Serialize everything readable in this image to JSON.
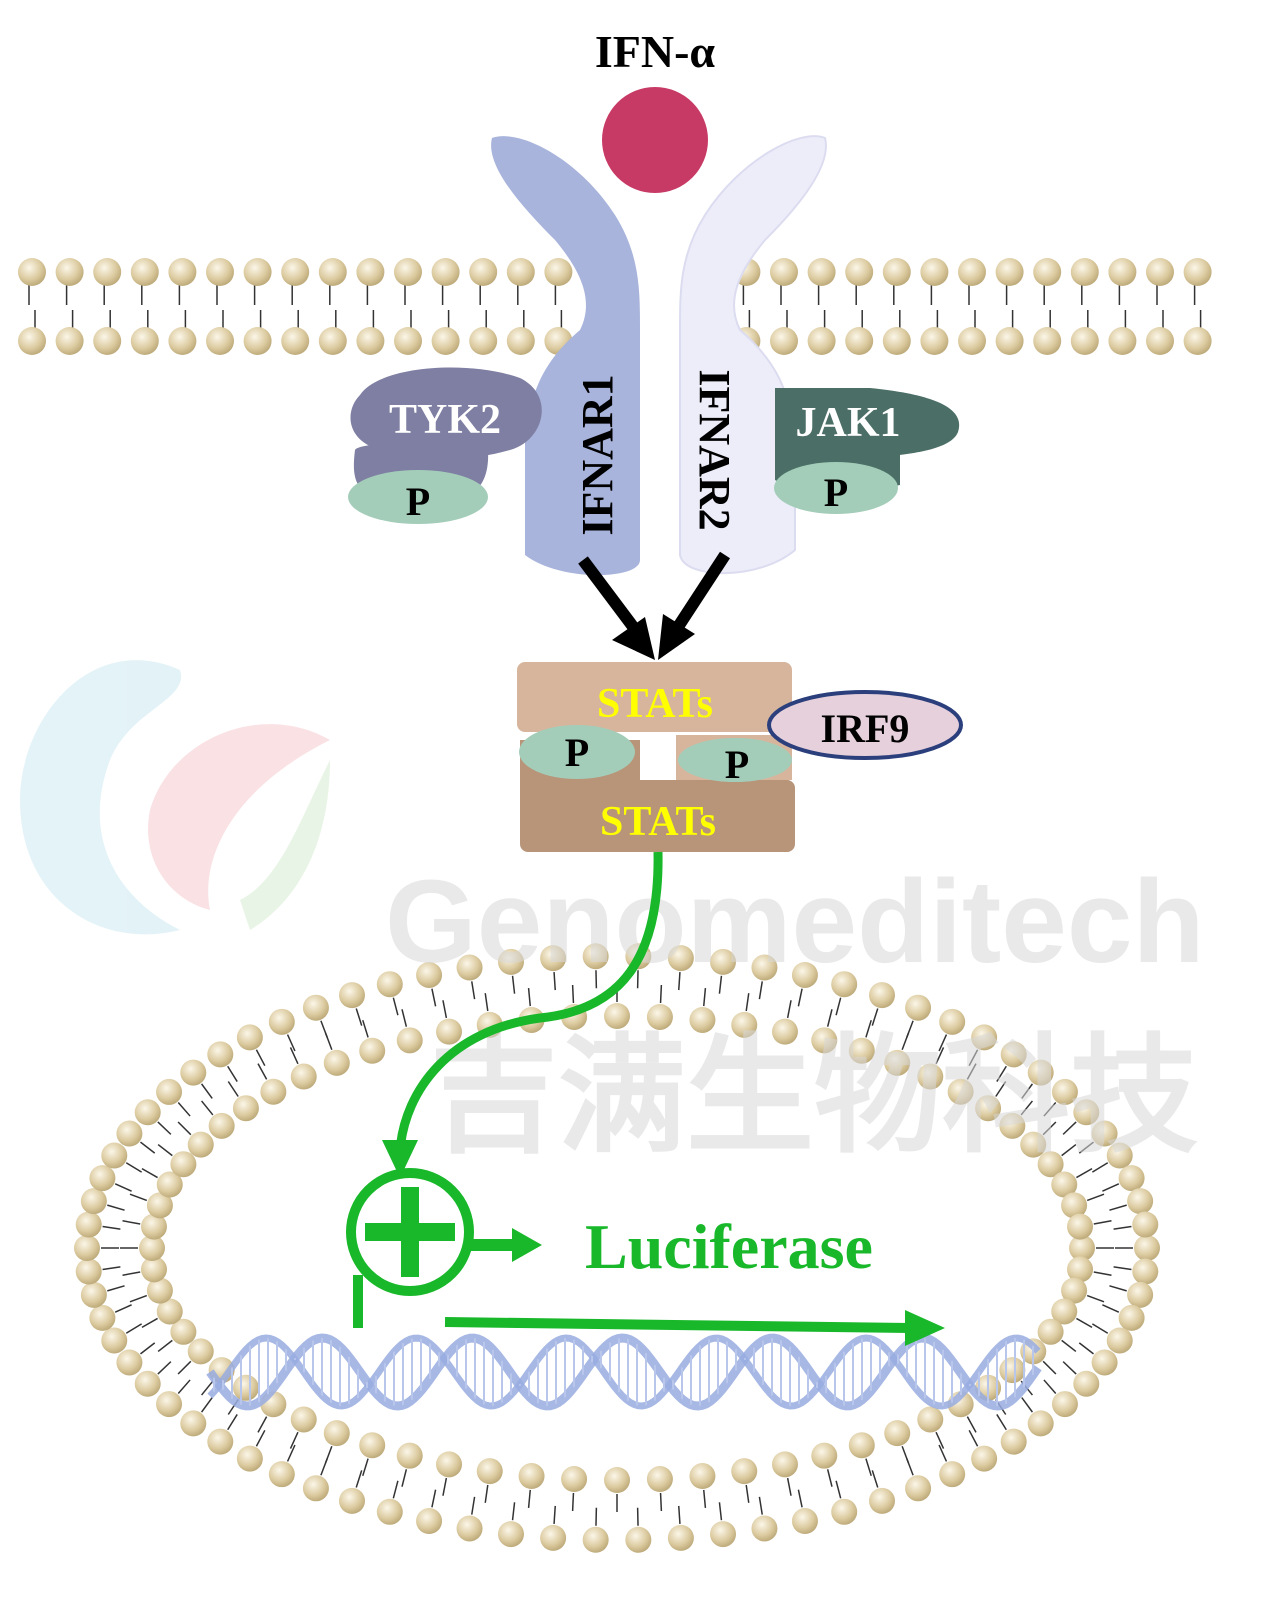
{
  "title": "IFN-α",
  "ligand_label": "IFN-α",
  "receptors": {
    "r1": "IFNAR1",
    "r2": "IFNAR2"
  },
  "kinases": {
    "left": "TYK2",
    "right": "JAK1"
  },
  "phospho": "P",
  "stats": {
    "top": "STATs",
    "bottom": "STATs"
  },
  "irf": "IRF9",
  "reporter": "Luciferase",
  "watermark": {
    "cn": "吉满生物科技",
    "en": "Genomeditech"
  },
  "colors": {
    "ligand": "#c83a66",
    "ifnar1": "#a8b4dc",
    "ifnar2": "#ededfa",
    "tyk2": "#7f7fa3",
    "jak1": "#4b6f66",
    "phospho": "#a3cdb9",
    "stats_top": "#d7b59d",
    "stats_bottom": "#b89479",
    "stats_text": "#ffff00",
    "irf9": "#e6d0dc",
    "irf9_border": "#2b3f7c",
    "green": "#18b82a",
    "lipid": "#d8c79c",
    "dna": "#9fb1e2"
  }
}
